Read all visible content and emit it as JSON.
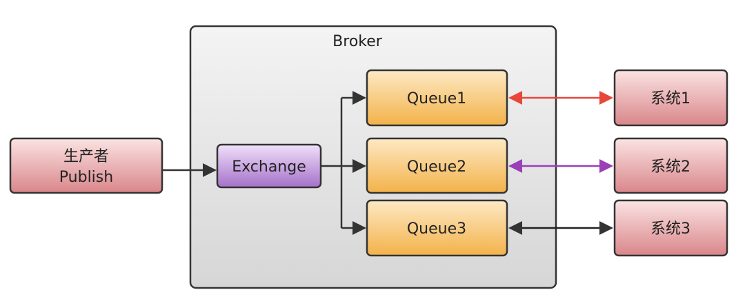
{
  "diagram": {
    "broker": {
      "label": "Broker"
    },
    "producer": {
      "label_cn": "生产者",
      "label_en": "Publish"
    },
    "exchange": {
      "label": "Exchange"
    },
    "queues": [
      {
        "label": "Queue1"
      },
      {
        "label": "Queue2"
      },
      {
        "label": "Queue3"
      }
    ],
    "systems": [
      {
        "label": "系统1"
      },
      {
        "label": "系统2"
      },
      {
        "label": "系统3"
      }
    ],
    "colors": {
      "producer_system_fill": "#e8a0a3",
      "queue_fill": "#f7c35a",
      "exchange_fill": "#b988d6",
      "broker_fill": "#e4e4e4",
      "link_queue1": "#e8463a",
      "link_queue2": "#9b3fb8",
      "link_queue3": "#222222",
      "arrow_default": "#333333"
    }
  }
}
